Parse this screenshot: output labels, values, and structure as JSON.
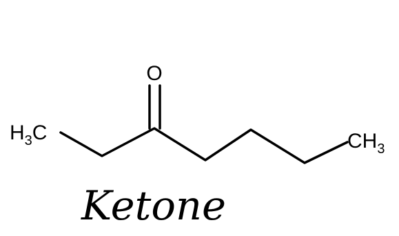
{
  "molecule": {
    "left_group": {
      "main": "H",
      "sub": "3",
      "tail": "C"
    },
    "right_group": {
      "main": "CH",
      "sub": "3"
    },
    "carbonyl_atom": "O"
  },
  "caption": "Ketone",
  "colors": {
    "ink": "#000000",
    "background": "#ffffff"
  }
}
